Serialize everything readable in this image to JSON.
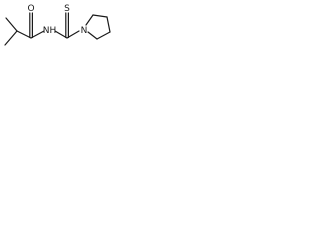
{
  "molecule": {
    "atoms": {
      "carbonyl_oxygen": "O",
      "amide_nitrogen": "NH",
      "thione_sulfur": "S",
      "ring_nitrogen": "N"
    },
    "colors": {
      "bond": "#1a1a1a",
      "label": "#1a1a1a",
      "background": "#ffffff"
    }
  }
}
